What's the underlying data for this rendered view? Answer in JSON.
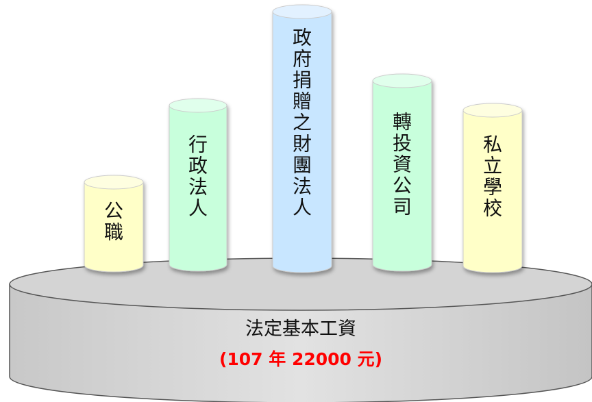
{
  "base": {
    "title": "法定基本工資",
    "subtitle": "(107 年 22000 元)",
    "fill": "#d9d9d9",
    "subtitle_color": "#ff0000"
  },
  "pillars": [
    {
      "label": "公職",
      "color": "#ffffc8"
    },
    {
      "label": "行政法人",
      "color": "#c8ffdc"
    },
    {
      "label": "政府捐贈之財團法人",
      "color": "#c8e6ff"
    },
    {
      "label": "轉投資公司",
      "color": "#c8ffdc"
    },
    {
      "label": "私立學校",
      "color": "#ffffc8"
    }
  ]
}
